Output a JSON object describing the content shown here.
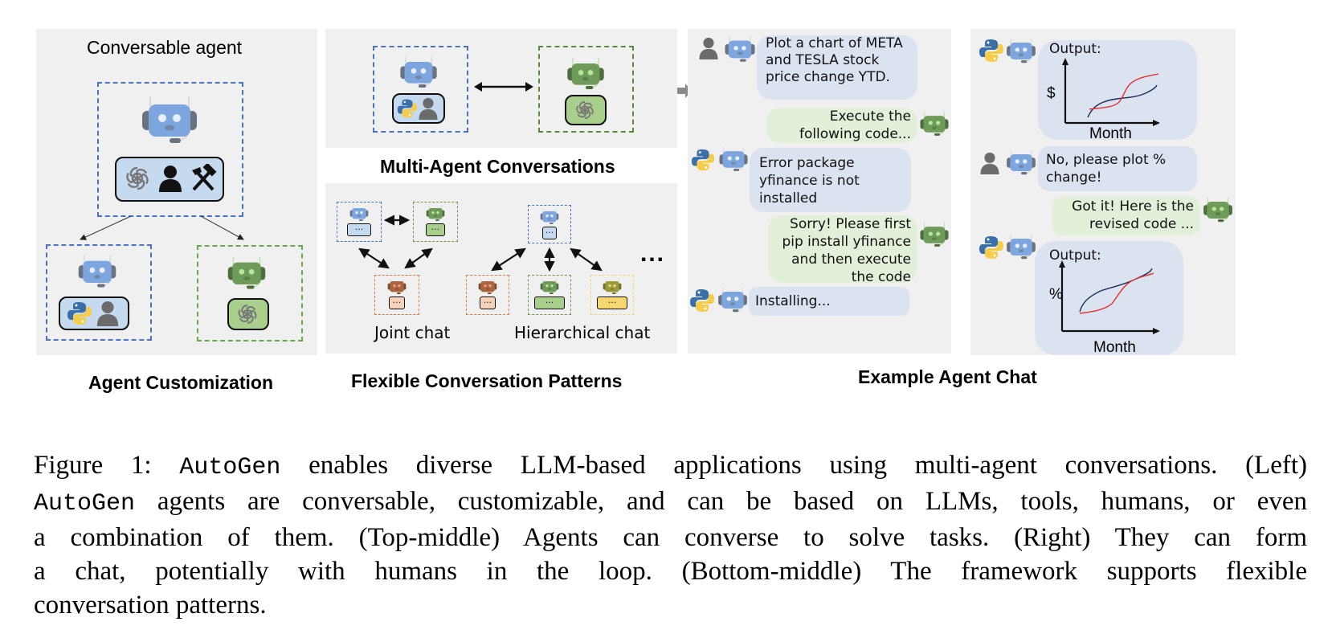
{
  "figure": {
    "left_panel": {
      "title": "Conversable agent",
      "section_label": "Agent Customization",
      "main_agent": {
        "color": "blue",
        "capabilities": [
          "openai-icon",
          "human-icon",
          "tools-icon"
        ]
      },
      "child_agents": [
        {
          "color": "blue",
          "capabilities": [
            "python-icon",
            "human-icon"
          ]
        },
        {
          "color": "green",
          "capabilities": [
            "openai-icon"
          ]
        }
      ]
    },
    "middle_top": {
      "section_label": "Multi-Agent Conversations",
      "agents": [
        {
          "color": "blue",
          "capabilities": [
            "python-icon",
            "human-icon"
          ]
        },
        {
          "color": "green",
          "capabilities": [
            "openai-icon"
          ]
        }
      ]
    },
    "middle_bottom": {
      "section_label": "Flexible Conversation Patterns",
      "joint_chat_label": "Joint chat",
      "hierarchical_chat_label": "Hierarchical chat",
      "ellipsis": "...",
      "box_placeholder": "..."
    },
    "right_panel": {
      "section_label": "Example Agent Chat",
      "chat_left": [
        {
          "sender": "human",
          "side": "left",
          "color": "blue",
          "text": "Plot a chart of META and TESLA stock price change YTD."
        },
        {
          "sender": "assistant",
          "side": "right",
          "color": "green",
          "text": "Execute the following code..."
        },
        {
          "sender": "python",
          "side": "left",
          "color": "blue",
          "text": "Error package yfinance is not installed"
        },
        {
          "sender": "assistant",
          "side": "right",
          "color": "green",
          "text": "Sorry! Please first pip install yfinance and then execute the code"
        },
        {
          "sender": "python",
          "side": "left",
          "color": "blue",
          "text": "Installing..."
        }
      ],
      "chat_right": [
        {
          "sender": "python",
          "side": "left",
          "color": "blue",
          "text": "Output:",
          "chart": {
            "ylabel": "$",
            "xlabel": "Month"
          }
        },
        {
          "sender": "human",
          "side": "left",
          "color": "blue",
          "text": "No, please plot % change!"
        },
        {
          "sender": "assistant",
          "side": "right",
          "color": "green",
          "text": "Got it! Here is the revised code ..."
        },
        {
          "sender": "python",
          "side": "left",
          "color": "blue",
          "text": "Output:",
          "chart": {
            "ylabel": "%",
            "xlabel": "Month"
          }
        }
      ]
    },
    "colors": {
      "panel_bg": "#f0f0f0",
      "blue_agent": "#7ea6de",
      "green_agent": "#6e9a5a",
      "blue_bubble": "#dbe3f1",
      "green_bubble": "#e2efd9",
      "dash_blue": "#4a72c4",
      "dash_green": "#6aa84f",
      "line_navy": "#1f2d5c",
      "line_red": "#e03030"
    }
  },
  "caption": {
    "lines": [
      [
        {
          "t": "Figure 1: "
        },
        {
          "t": "AutoGen",
          "mono": true
        },
        {
          "t": " enables diverse LLM-based applications using multi-agent conversations. (Left)"
        }
      ],
      [
        {
          "t": "AutoGen",
          "mono": true
        },
        {
          "t": " agents are conversable, customizable, and can be based on LLMs, tools, humans, or even"
        }
      ],
      [
        {
          "t": "a combination of them.  (Top-middle) Agents can converse to solve tasks.  (Right) They can form"
        }
      ],
      [
        {
          "t": "a chat, potentially with humans in the loop.  (Bottom-middle) The framework supports flexible"
        }
      ],
      [
        {
          "t": "conversation patterns."
        }
      ]
    ]
  }
}
